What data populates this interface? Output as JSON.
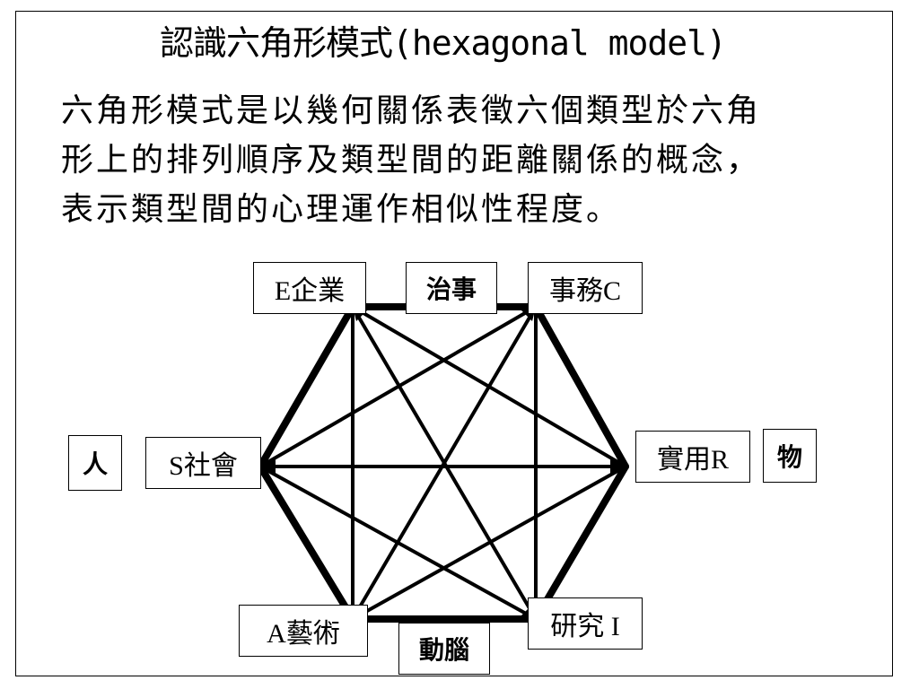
{
  "title": "認識六角形模式(hexagonal model)",
  "body_lines": [
    "六角形模式是以幾何關係表徵六個類型於六角",
    "形上的排列順序及類型間的距離關係的概念，",
    "表示類型間的心理運作相似性程度。"
  ],
  "vertices": {
    "enterprising": "E企業",
    "conventional": "事務C",
    "realistic": "實用R",
    "investigative": "研究 I",
    "artistic": "A藝術",
    "social": "S社會"
  },
  "dimensions": {
    "top": "治事",
    "right": "物",
    "bottom": "動腦",
    "left": "人"
  }
}
